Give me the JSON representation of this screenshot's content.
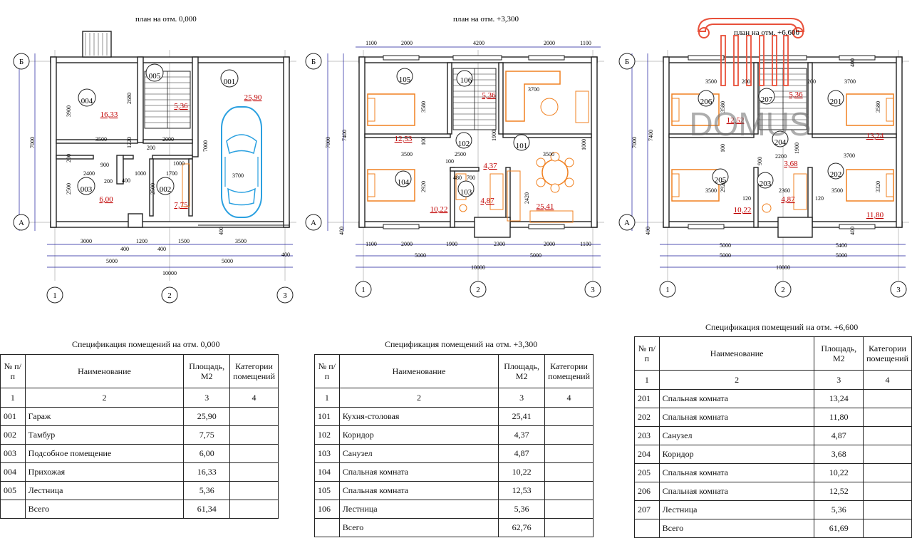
{
  "logo": {
    "text": "DOMUS",
    "color": "#e8503a"
  },
  "colors": {
    "room_number": "#c00000",
    "furniture": "#f08020",
    "car": "#2aa0e0",
    "dimension": "#1a1a9a"
  },
  "plans": [
    {
      "title": "план на отм. 0,000",
      "axis_rows": [
        "Б",
        "А"
      ],
      "axis_cols": [
        "1",
        "2",
        "3"
      ],
      "rooms": [
        {
          "id": "001",
          "area": "25,90"
        },
        {
          "id": "002",
          "area": "7,75"
        },
        {
          "id": "003",
          "area": "6,00"
        },
        {
          "id": "004",
          "area": "16,33"
        },
        {
          "id": "005",
          "area": "5,36"
        }
      ],
      "dims_bottom": [
        "3000",
        "400",
        "1200",
        "400",
        "1500",
        "3500",
        "400"
      ],
      "dims_bottom2": [
        "5000",
        "5000"
      ],
      "dims_total": "10000",
      "dims_left": [
        "3900",
        "2680",
        "1220",
        "2500",
        "400",
        "7000"
      ],
      "dims_inner": [
        "3500",
        "2000",
        "900",
        "2400",
        "200",
        "1000",
        "1700",
        "3700",
        "2500",
        "1000",
        "200",
        "400",
        "7000",
        "200"
      ]
    },
    {
      "title": "план на отм. +3,300",
      "axis_rows": [
        "Б",
        "А"
      ],
      "axis_cols": [
        "1",
        "2",
        "3"
      ],
      "rooms": [
        {
          "id": "101",
          "area": "25,41"
        },
        {
          "id": "102",
          "area": "4,37"
        },
        {
          "id": "103",
          "area": "4,87"
        },
        {
          "id": "104",
          "area": "10,22"
        },
        {
          "id": "105",
          "area": "12,53"
        },
        {
          "id": "106",
          "area": "5,36"
        }
      ],
      "dims_top": [
        "1100",
        "2000",
        "4200",
        "2000",
        "1100"
      ],
      "dims_bottom": [
        "1100",
        "2000",
        "1900",
        "2300",
        "2000",
        "1100"
      ],
      "dims_bottom2": [
        "5000",
        "5000"
      ],
      "dims_total": "10000",
      "dims_left": [
        "7000",
        "7400",
        "3580",
        "2920",
        "400"
      ],
      "dims_inner": [
        "3700",
        "3500",
        "2500",
        "1900",
        "3500",
        "480",
        "700",
        "2420",
        "100",
        "1000",
        "100"
      ]
    },
    {
      "title": "план на отм. +6,600",
      "axis_rows": [
        "Б",
        "А"
      ],
      "axis_cols": [
        "1",
        "2",
        "3"
      ],
      "rooms": [
        {
          "id": "201",
          "area": "13,24"
        },
        {
          "id": "202",
          "area": "11,80"
        },
        {
          "id": "203",
          "area": "4,87"
        },
        {
          "id": "204",
          "area": "3,68"
        },
        {
          "id": "205",
          "area": "10,22"
        },
        {
          "id": "206",
          "area": "12,52"
        },
        {
          "id": "207",
          "area": "5,36"
        }
      ],
      "dims_bottom": [
        "5000",
        "5400"
      ],
      "dims_bottom2": [
        "5000",
        "5000"
      ],
      "dims_total": "10000",
      "dims_left": [
        "7000",
        "7400",
        "3580",
        "2920",
        "400"
      ],
      "dims_inner": [
        "3500",
        "200",
        "200",
        "3700",
        "3700",
        "3500",
        "2200",
        "2360",
        "120",
        "120",
        "3500",
        "900",
        "1900",
        "100",
        "3320",
        "3580",
        "400",
        "400"
      ]
    }
  ],
  "tables": [
    {
      "title": "Спецификация помещений на отм. 0,000",
      "headers": [
        "№ п/п",
        "Наименование",
        "Площадь, М2",
        "Категории помещений"
      ],
      "numbers": [
        "1",
        "2",
        "3",
        "4"
      ],
      "rows": [
        [
          "001",
          "Гараж",
          "25,90",
          ""
        ],
        [
          "002",
          "Тамбур",
          "7,75",
          ""
        ],
        [
          "003",
          "Подсобное помещение",
          "6,00",
          ""
        ],
        [
          "004",
          "Прихожая",
          "16,33",
          ""
        ],
        [
          "005",
          "Лестница",
          "5,36",
          ""
        ],
        [
          "",
          "Всего",
          "61,34",
          ""
        ]
      ]
    },
    {
      "title": "Спецификация помещений на отм. +3,300",
      "headers": [
        "№ п/п",
        "Наименование",
        "Площадь, М2",
        "Категории помещений"
      ],
      "numbers": [
        "1",
        "2",
        "3",
        "4"
      ],
      "rows": [
        [
          "101",
          "Кухня-столовая",
          "25,41",
          ""
        ],
        [
          "102",
          "Коридор",
          "4,37",
          ""
        ],
        [
          "103",
          "Санузел",
          "4,87",
          ""
        ],
        [
          "104",
          "Спальная комната",
          "10,22",
          ""
        ],
        [
          "105",
          "Спальная комната",
          "12,53",
          ""
        ],
        [
          "106",
          "Лестница",
          "5,36",
          ""
        ],
        [
          "",
          "Всего",
          "62,76",
          ""
        ]
      ]
    },
    {
      "title": "Спецификация помещений на отм. +6,600",
      "headers": [
        "№ п/п",
        "Наименование",
        "Площадь, М2",
        "Категории помещений"
      ],
      "numbers": [
        "1",
        "2",
        "3",
        "4"
      ],
      "rows": [
        [
          "201",
          "Спальная комната",
          "13,24",
          ""
        ],
        [
          "202",
          "Спальная комната",
          "11,80",
          ""
        ],
        [
          "203",
          "Санузел",
          "4,87",
          ""
        ],
        [
          "204",
          "Коридор",
          "3,68",
          ""
        ],
        [
          "205",
          "Спальная комната",
          "10,22",
          ""
        ],
        [
          "206",
          "Спальная комната",
          "12,52",
          ""
        ],
        [
          "207",
          "Лестница",
          "5,36",
          ""
        ],
        [
          "",
          "Всего",
          "61,69",
          ""
        ]
      ]
    }
  ]
}
